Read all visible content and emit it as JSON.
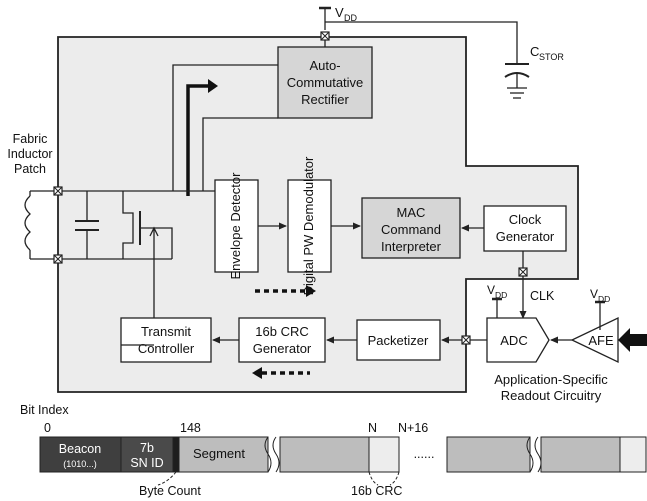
{
  "power": {
    "vdd_main": "V",
    "vdd_sub": "DD",
    "cstor_main": "C",
    "cstor_sub": "STOR"
  },
  "inductor": {
    "line1": "Fabric",
    "line2": "Inductor",
    "line3": "Patch"
  },
  "blocks": {
    "rectifier": [
      "Auto-",
      "Commutative",
      "Rectifier"
    ],
    "envelope": "Envelope Detector",
    "demod": "Digital PW Demodulator",
    "mac": [
      "MAC",
      "Command",
      "Interpreter"
    ],
    "clock": [
      "Clock",
      "Generator"
    ],
    "transmit": [
      "Transmit",
      "Controller"
    ],
    "crc": [
      "16b CRC",
      "Generator"
    ],
    "packetizer": "Packetizer",
    "adc": "ADC",
    "afe": "AFE"
  },
  "signals": {
    "clk": "CLK",
    "vdd_main": "V",
    "vdd_sub": "DD"
  },
  "readout": {
    "line1": "Application-Specific",
    "line2": "Readout Circuitry"
  },
  "packet": {
    "bit_index_label": "Bit Index",
    "idx_0": "0",
    "idx_148": "148",
    "idx_n": "N",
    "idx_n16": "N+16",
    "beacon": "Beacon",
    "beacon_sub": "(1010...)",
    "sn_line1": "7b",
    "sn_line2": "SN ID",
    "segment": "Segment",
    "ellipsis": "......",
    "byte_count": "Byte Count",
    "crc_label": "16b CRC"
  }
}
